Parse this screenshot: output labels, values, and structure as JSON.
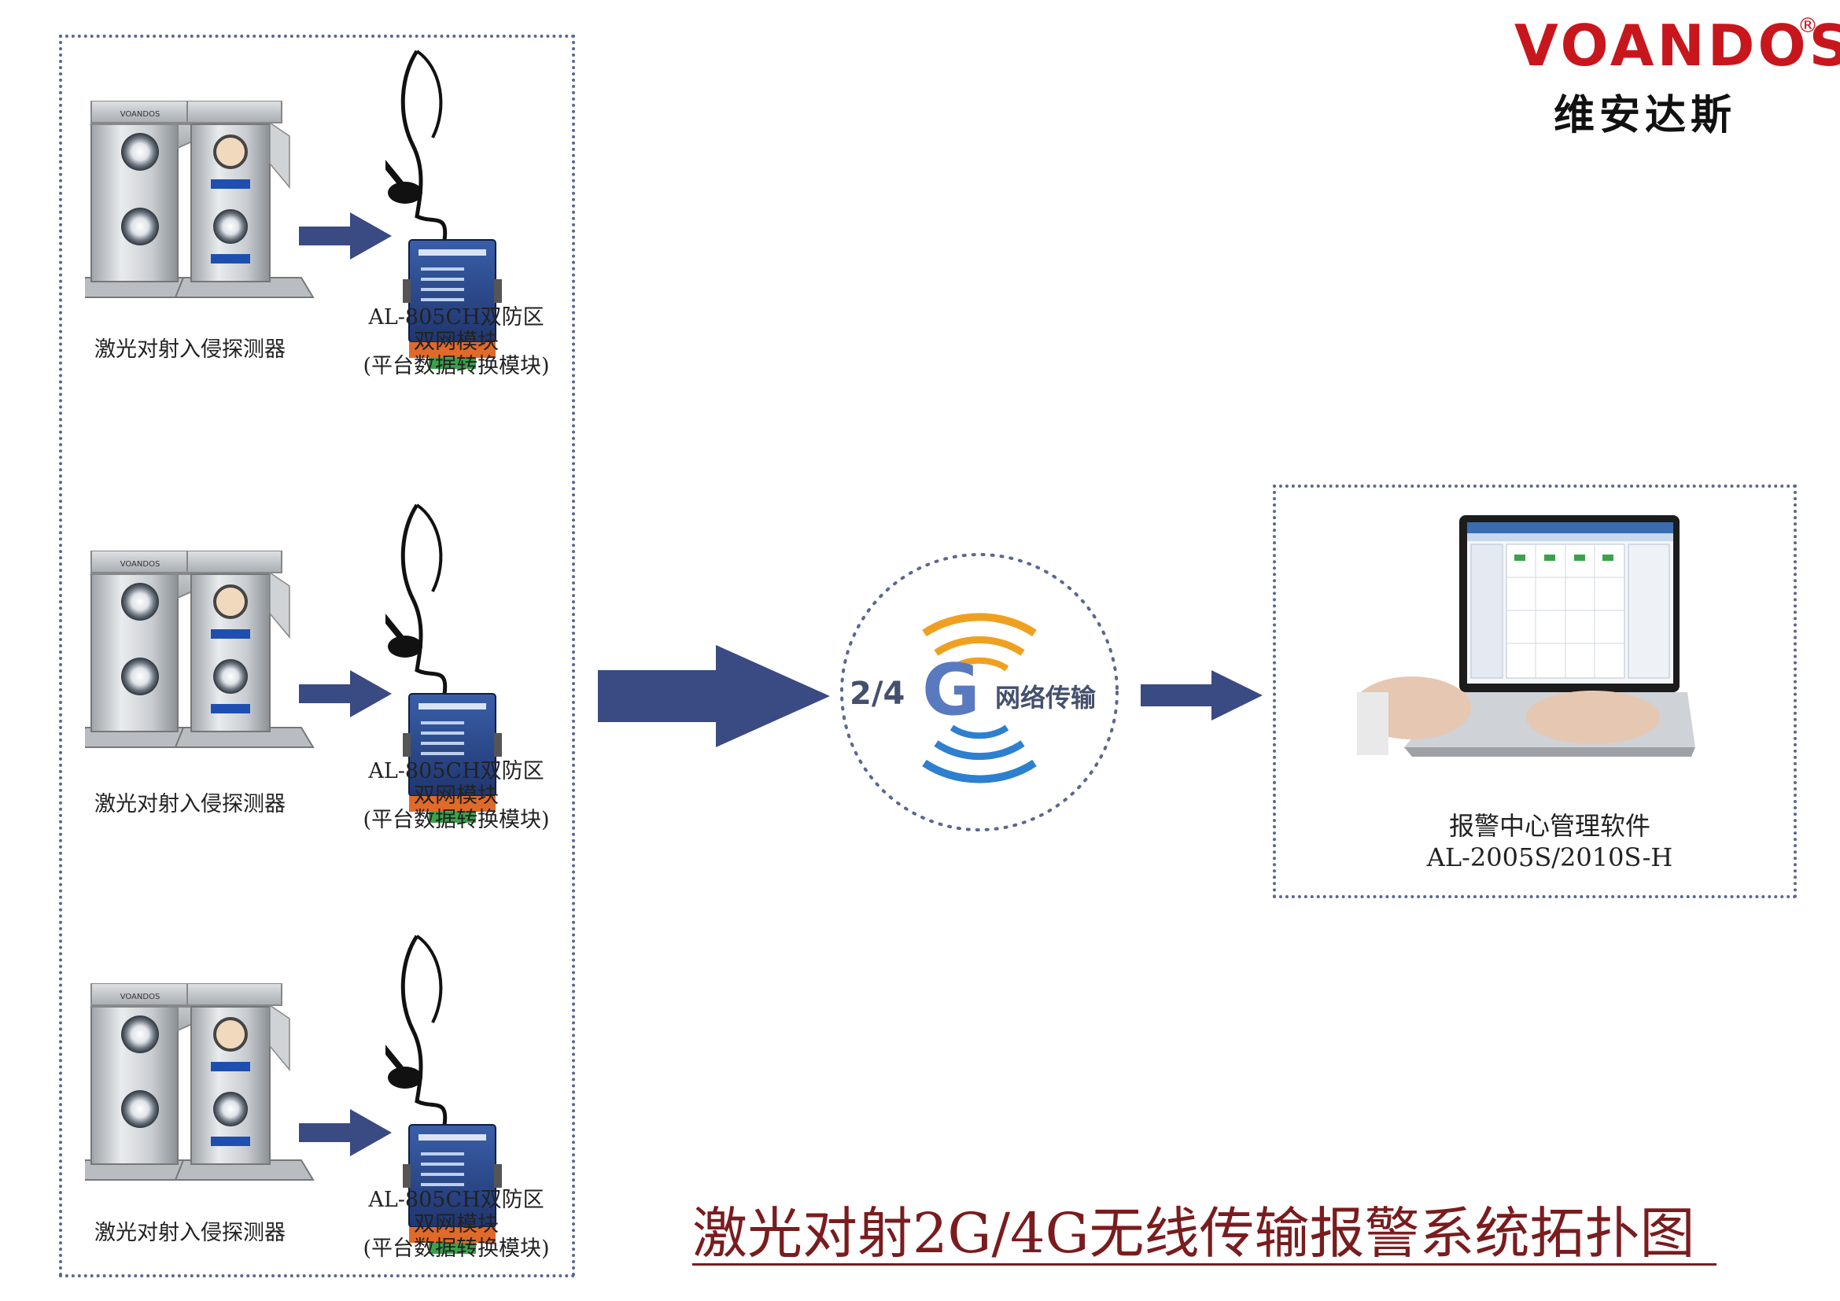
{
  "brand": {
    "name_en": "VOANDOS",
    "registered_mark": "®",
    "name_cn": "维安达斯"
  },
  "detector_groups": [
    {
      "detector_label": "激光对射入侵探测器",
      "module_lines": [
        "AL-805CH双防区",
        "双网模块",
        "(平台数据转换模块)"
      ]
    },
    {
      "detector_label": "激光对射入侵探测器",
      "module_lines": [
        "AL-805CH双防区",
        "双网模块",
        "(平台数据转换模块)"
      ]
    },
    {
      "detector_label": "激光对射入侵探测器",
      "module_lines": [
        "AL-805CH双防区",
        "双网模块",
        "(平台数据转换模块)"
      ]
    }
  ],
  "network": {
    "generation": "2/4",
    "g_letter": "G",
    "label": "网络传输"
  },
  "alarm_center": {
    "line1": "报警中心管理软件",
    "line2": "AL-2005S/2010S-H"
  },
  "title": "激光对射2G/4G无线传输报警系统拓扑图",
  "colors": {
    "arrow": "#3a4a82",
    "dotted_border": "#5a6790",
    "brand_red": "#c8161d",
    "title_color": "#7a1c1e",
    "wave_orange": "#f0a020",
    "wave_blue": "#2d7fd0",
    "g_blue": "#5a7ac0"
  }
}
